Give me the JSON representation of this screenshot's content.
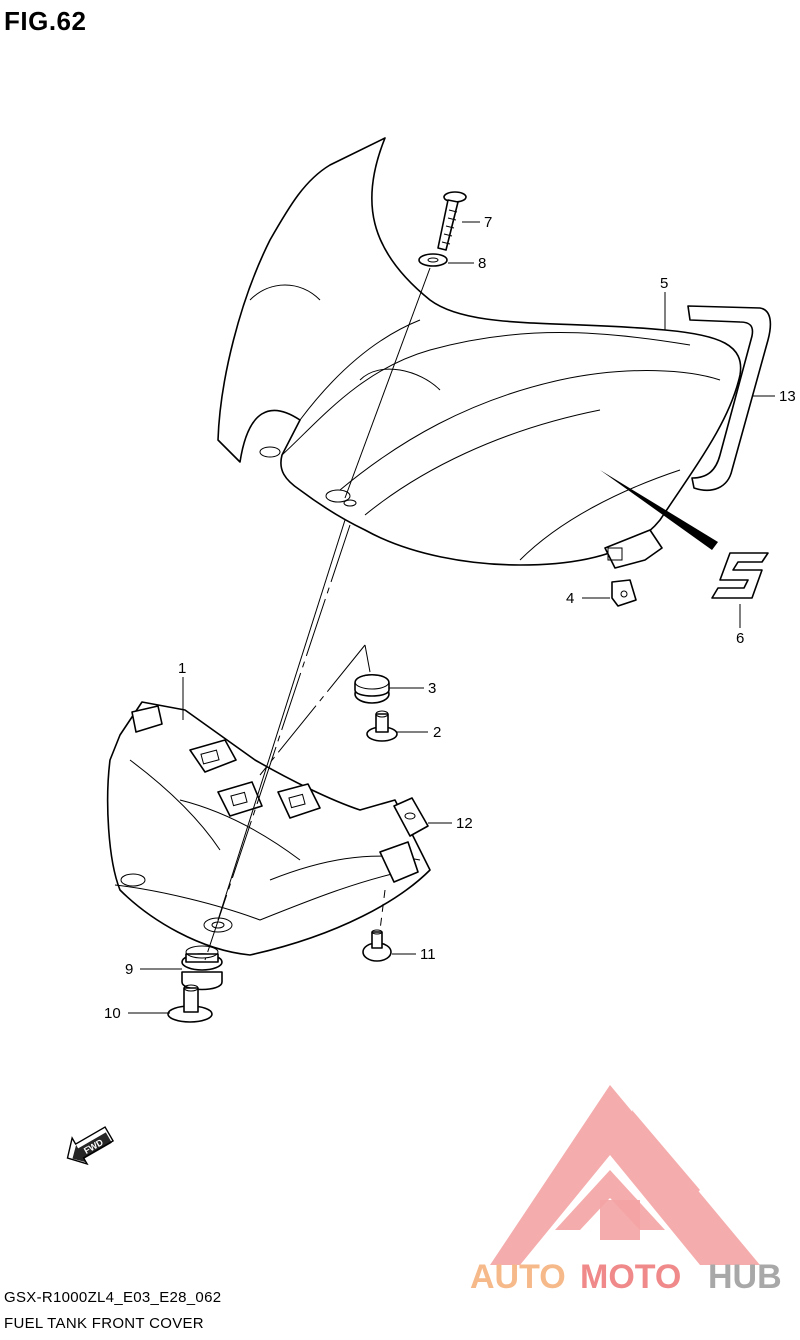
{
  "figure": {
    "title": "FIG.62"
  },
  "footer": {
    "model_code": "GSX-R1000ZL4_E03_E28_062",
    "part_name": "FUEL TANK FRONT COVER"
  },
  "callouts": [
    "1",
    "2",
    "3",
    "4",
    "5",
    "6",
    "7",
    "8",
    "9",
    "10",
    "11",
    "12",
    "13"
  ],
  "direction_badge": {
    "label": "FWD",
    "icon": "forward-arrow-icon"
  },
  "watermark": {
    "logo": "automotohub-triangle-logo",
    "word_part_1": "AUTO",
    "word_part_2": "MOTO",
    "word_part_3": "HUB",
    "colors": {
      "triangle": "#f4a3a3",
      "auto": "#f6b98a",
      "moto": "#f08a8a",
      "hub": "#a8a8a8"
    }
  }
}
